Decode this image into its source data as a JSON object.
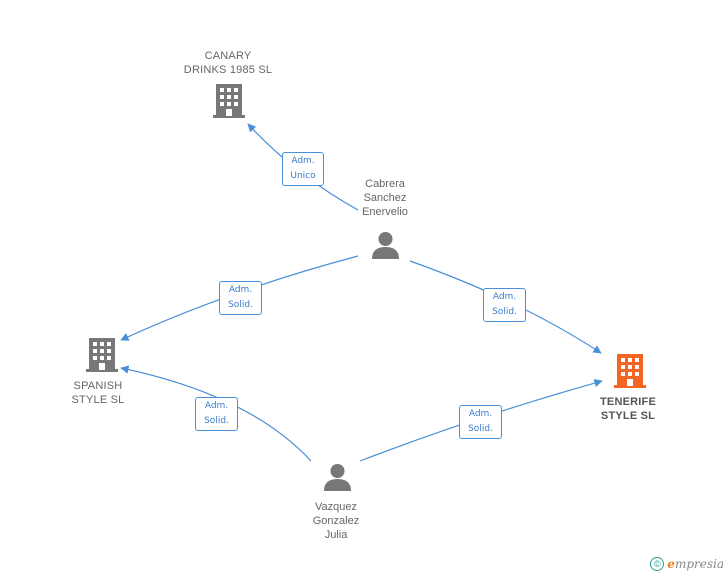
{
  "colors": {
    "edge": "#4a90d9",
    "building": "#777777",
    "building_focus": "#f26522",
    "person": "#777777",
    "label_border": "#4a90d9"
  },
  "nodes": {
    "canary": {
      "line1": "CANARY",
      "line2": "DRINKS 1985  SL",
      "icon": "building-icon"
    },
    "cabrera": {
      "line1": "Cabrera",
      "line2": "Sanchez",
      "line3": "Enervelio",
      "icon": "person-icon"
    },
    "spanish": {
      "line1": "SPANISH",
      "line2": "STYLE SL",
      "icon": "building-icon"
    },
    "tenerife": {
      "line1": "TENERIFE",
      "line2": "STYLE SL",
      "icon": "building-icon"
    },
    "vazquez": {
      "line1": "Vazquez",
      "line2": "Gonzalez",
      "line3": "Julia",
      "icon": "person-icon"
    }
  },
  "edges": {
    "cabrera_canary": {
      "line1": "Adm.",
      "line2": "Unico"
    },
    "cabrera_spanish": {
      "line1": "Adm.",
      "line2": "Solid."
    },
    "cabrera_tenerife": {
      "line1": "Adm.",
      "line2": "Solid."
    },
    "vazquez_spanish": {
      "line1": "Adm.",
      "line2": "Solid."
    },
    "vazquez_tenerife": {
      "line1": "Adm.",
      "line2": "Solid."
    }
  },
  "watermark": {
    "symbol": "©",
    "brand_initial": "e",
    "brand_rest": "mpresia"
  }
}
